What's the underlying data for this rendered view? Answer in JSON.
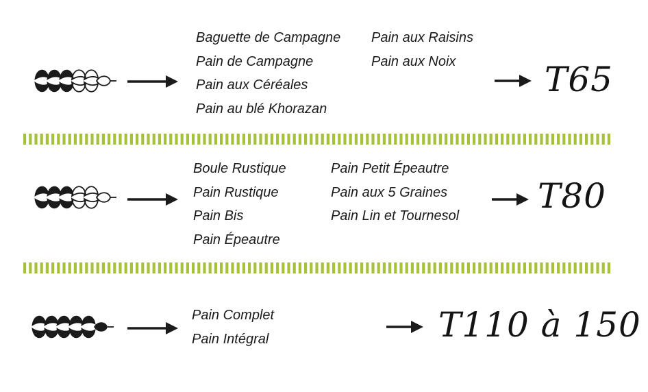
{
  "colors": {
    "ink": "#1b1b1b",
    "divider": "#a6c23a"
  },
  "icons": {
    "wheat": "wheat-ear-icon",
    "arrow": "arrow-right-icon"
  },
  "rows": [
    {
      "col1": [
        "Baguette de Campagne",
        "Pain de Campagne",
        "Pain aux Céréales",
        "Pain au blé Khorazan"
      ],
      "col2": [
        "Pain aux Raisins",
        "Pain aux Noix"
      ],
      "grade": "T65",
      "wheat_filled": 3
    },
    {
      "col1": [
        "Boule Rustique",
        "Pain Rustique",
        "Pain Bis",
        "Pain Épeautre"
      ],
      "col2": [
        "Pain Petit Épeautre",
        "Pain aux 5 Graines",
        "Pain Lin et Tournesol"
      ],
      "grade": "T80",
      "wheat_filled": 3
    },
    {
      "col1": [
        "Pain Complet",
        "Pain Intégral"
      ],
      "col2": [],
      "grade": "T110 à 150",
      "wheat_filled": 5
    }
  ]
}
